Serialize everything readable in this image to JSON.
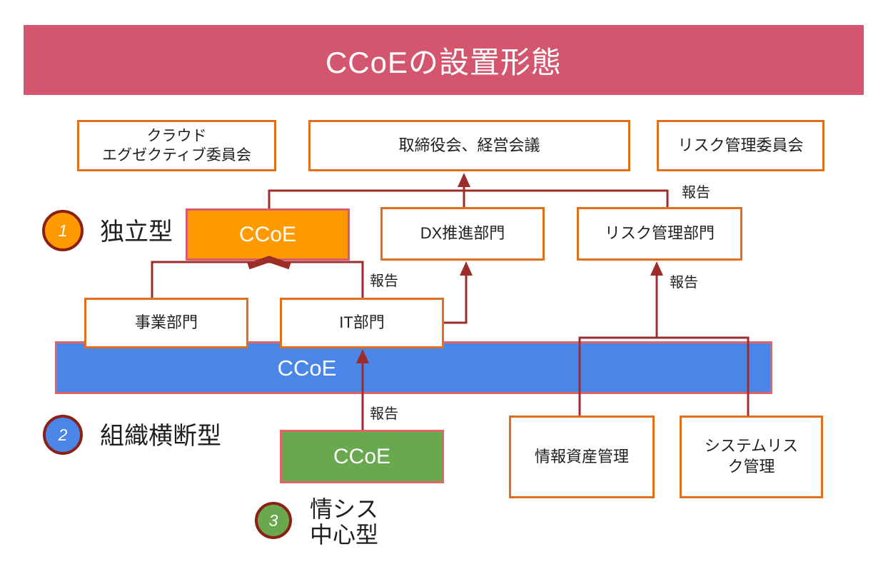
{
  "title": "CCoEの設置形態",
  "report_label": "報告",
  "committees": {
    "cloud_exec": {
      "line1": "クラウド",
      "line2": "エグゼクティブ委員会"
    },
    "board": "取締役会、経営会議",
    "risk": "リスク管理委員会"
  },
  "departments": {
    "dx": "DX推進部門",
    "risk": "リスク管理部門",
    "business": "事業部門",
    "it": "IT部門",
    "info_asset": "情報資産管理",
    "system_risk": {
      "line1": "システムリス",
      "line2": "ク管理"
    }
  },
  "ccoe_boxes": {
    "independent": "CCoE",
    "cross_org": "CCoE",
    "info_sys": "CCoE"
  },
  "patterns": {
    "independent": {
      "number": "1",
      "label": "独立型"
    },
    "cross_org": {
      "number": "2",
      "label": "組織横断型"
    },
    "info_sys": {
      "number": "3",
      "label_line1": "情シス",
      "label_line2": "中心型"
    }
  },
  "colors": {
    "banner": "#d4566e",
    "orange": "#ff9900",
    "blue": "#4a86e8",
    "green": "#6aa84f",
    "box-border": "#e0701e",
    "line": "#9c2d28",
    "accent-border": "#e06666",
    "circle-border": "#8b2015",
    "text": "#1f1f1f"
  }
}
